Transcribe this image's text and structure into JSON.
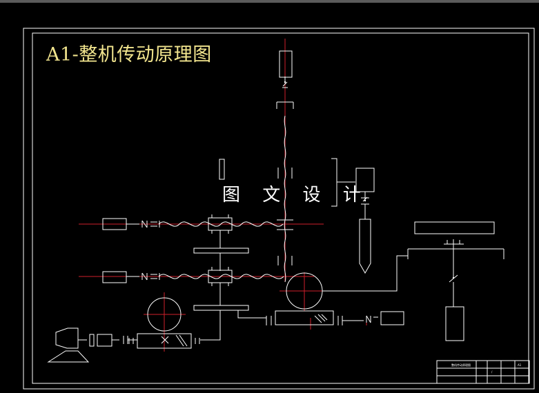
{
  "title": "A1-整机传动原理图",
  "watermark": "图 文 设 计",
  "colors": {
    "background": "#000000",
    "line": "#ffffff",
    "centerline": "#d11f2b",
    "title": "#f2e58e"
  },
  "title_block": {
    "name": "整机传动原理图",
    "code": "A1",
    "mark": "/"
  }
}
